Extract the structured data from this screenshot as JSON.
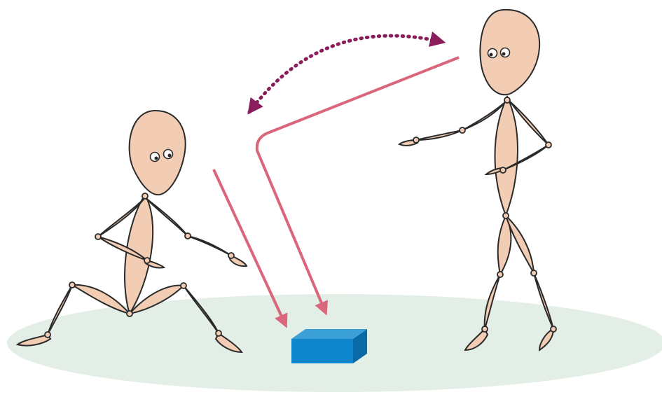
{
  "scene": {
    "description_icon": "joint-attention-figures",
    "colors": {
      "skin": "#f2cdb4",
      "outline": "#2a2a2a",
      "floor": "#e2eee6",
      "gaze_arrow": "#d9667b",
      "exchange_arrow": "#8a1e5c",
      "box_top": "#3aa0d6",
      "box_front": "#0f86cc",
      "box_side": "#0a6aa8"
    },
    "figures": [
      {
        "role": "sitting-figure",
        "icon": "crouching-person"
      },
      {
        "role": "standing-figure",
        "icon": "standing-person"
      }
    ],
    "object": {
      "icon": "blue-box"
    },
    "arrows": [
      {
        "kind": "gaze",
        "from": "sitting-figure",
        "to": "blue-box"
      },
      {
        "kind": "gaze",
        "from": "standing-figure",
        "to": "blue-box"
      },
      {
        "kind": "mutual-attention",
        "between": [
          "sitting-figure",
          "standing-figure"
        ],
        "style": "dotted",
        "heads": "both"
      }
    ]
  }
}
